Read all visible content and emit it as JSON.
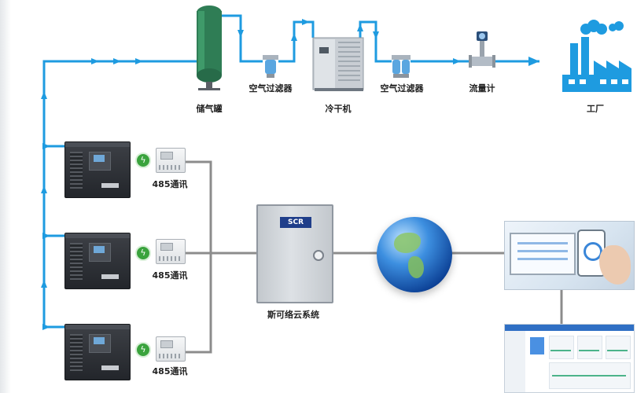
{
  "labels": {
    "storage_tank": "储气罐",
    "air_filter_1": "空气过滤器",
    "dryer": "冷干机",
    "air_filter_2": "空气过滤器",
    "flow_meter": "流量计",
    "factory": "工厂",
    "comm_1": "485通讯",
    "comm_2": "485通讯",
    "comm_3": "485通讯",
    "cloud_system": "斯可络云系统",
    "cabinet_logo": "SCR"
  },
  "colors": {
    "air_pipe": "#1e9be0",
    "signal_cable": "#8c8c8c",
    "tank": "#2f7d55",
    "factory": "#1e9be0",
    "bolt": "#3aa33d"
  }
}
